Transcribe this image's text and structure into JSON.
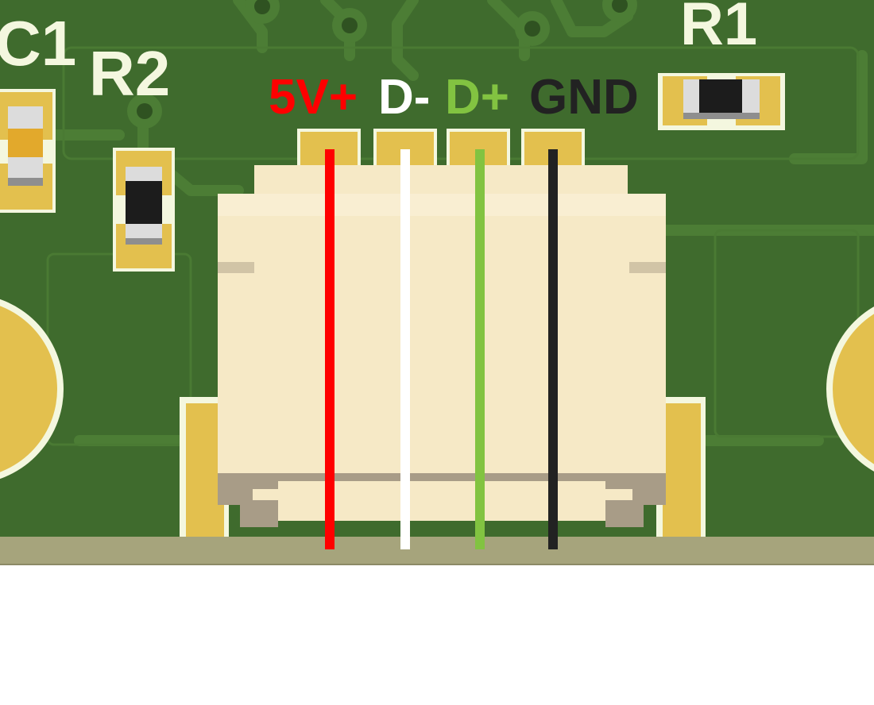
{
  "silkscreen": {
    "c1": "C1",
    "r2": "R2",
    "r1": "R1"
  },
  "pins": [
    {
      "label": "5V+",
      "color": "#ff0000"
    },
    {
      "label": "D-",
      "color": "#ffffff"
    },
    {
      "label": "D+",
      "color": "#82c341"
    },
    {
      "label": "GND",
      "color": "#222222"
    }
  ],
  "colors": {
    "board": "#3f6b2d",
    "trace": "#4c7d35",
    "pad": "#e3c04e",
    "silk": "#f4f7df",
    "connector": "#f6e9c6",
    "connector_shadow": "#a89c87",
    "edge": "#a6a47c",
    "background": "#ffffff"
  }
}
